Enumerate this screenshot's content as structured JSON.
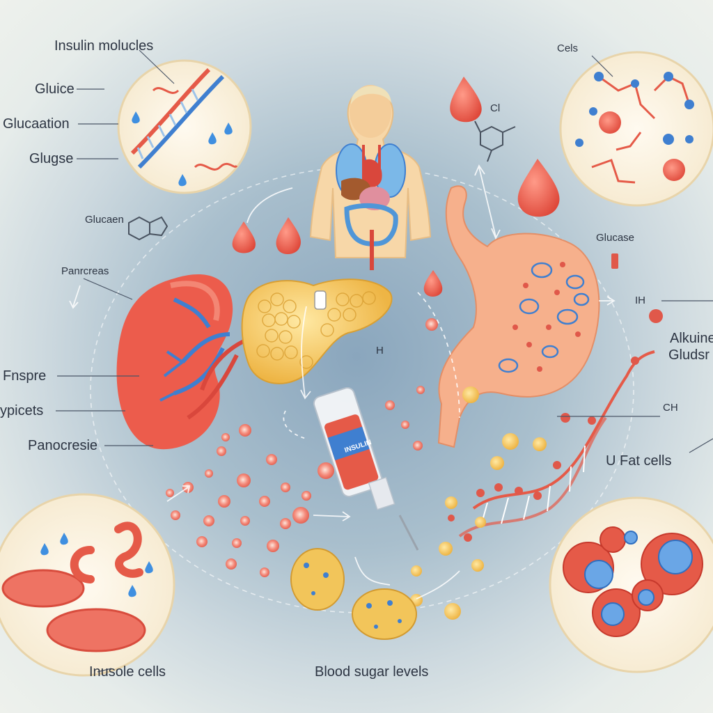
{
  "labels": {
    "insulin_molecules": "Insulin molucles",
    "gluice": "Gluice",
    "glucation": "Glucaation",
    "glugse": "Glugse",
    "glucagon": "Glucaen",
    "pancreas_left": "Panrcreas",
    "fnspre": "Fnspre",
    "ypicets": "ypicets",
    "panocresie": "Panocresie",
    "cels": "Cels",
    "cl_top": "Cl",
    "glucase": "Glucase",
    "h_mark": "H",
    "ih_right": "IH",
    "alkuine": "Alkuine",
    "gludsr": "Gludsr",
    "ch": "CH",
    "u_fat_cells": "U Fat cells",
    "insulin_cells": "Inusole cells",
    "blood_sugar": "Blood sugar levels",
    "vial_text": "INSULIN"
  },
  "colors": {
    "background": "#a9bfcd",
    "organ_red": "#e6574a",
    "liver_yellow": "#eec24c",
    "stomach_peach": "#f5b08a",
    "vein_blue": "#3f7fd0",
    "inset_fill": "#fbf3e0"
  }
}
